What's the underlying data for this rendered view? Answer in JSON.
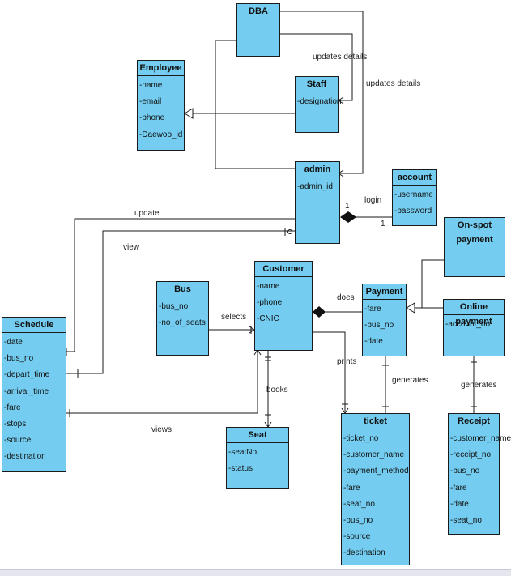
{
  "classes": {
    "dba": {
      "title": "DBA",
      "attributes": []
    },
    "employee": {
      "title": "Employee",
      "attributes": [
        "-name",
        "-email",
        "-phone",
        "-Daewoo_id"
      ]
    },
    "staff": {
      "title": "Staff",
      "attributes": [
        "-designation"
      ]
    },
    "admin": {
      "title": "admin",
      "attributes": [
        "-admin_id"
      ]
    },
    "account": {
      "title": "account",
      "attributes": [
        "-username",
        "-password"
      ]
    },
    "onspot": {
      "title": "On-spot payment",
      "attributes": []
    },
    "customer": {
      "title": "Customer",
      "attributes": [
        "-name",
        "-phone",
        "-CNIC"
      ]
    },
    "bus": {
      "title": "Bus",
      "attributes": [
        "-bus_no",
        "-no_of_seats"
      ]
    },
    "payment": {
      "title": "Payment",
      "attributes": [
        "-fare",
        "-bus_no",
        "-date"
      ]
    },
    "online": {
      "title": "Online payment",
      "attributes": [
        "-account_no"
      ]
    },
    "schedule": {
      "title": "Schedule",
      "attributes": [
        "-date",
        "-bus_no",
        "-depart_time",
        "-arrival_time",
        "-fare",
        "-stops",
        "-source",
        "-destination"
      ]
    },
    "seat": {
      "title": "Seat",
      "attributes": [
        "-seatNo",
        "-status"
      ]
    },
    "ticket": {
      "title": "ticket",
      "attributes": [
        "-ticket_no",
        "-customer_name",
        "-payment_method",
        "-fare",
        "-seat_no",
        "-bus_no",
        "-source",
        "-destination"
      ]
    },
    "receipt": {
      "title": "Receipt",
      "attributes": [
        "-customer_name",
        "-receipt_no",
        "-bus_no",
        "-fare",
        "-date",
        "-seat_no"
      ]
    }
  },
  "relations": {
    "updates_details_1": "updates details",
    "updates_details_2": "updates details",
    "login": "login",
    "login_mult_admin": "1",
    "login_mult_account": "1",
    "update": "update",
    "view": "view",
    "selects": "selects",
    "does": "does",
    "prints": "prints",
    "books": "books",
    "generates_1": "generates",
    "generates_2": "generates",
    "views": "views"
  },
  "colors": {
    "class_fill": "#74cdf0",
    "line": "#1a1a1a"
  }
}
